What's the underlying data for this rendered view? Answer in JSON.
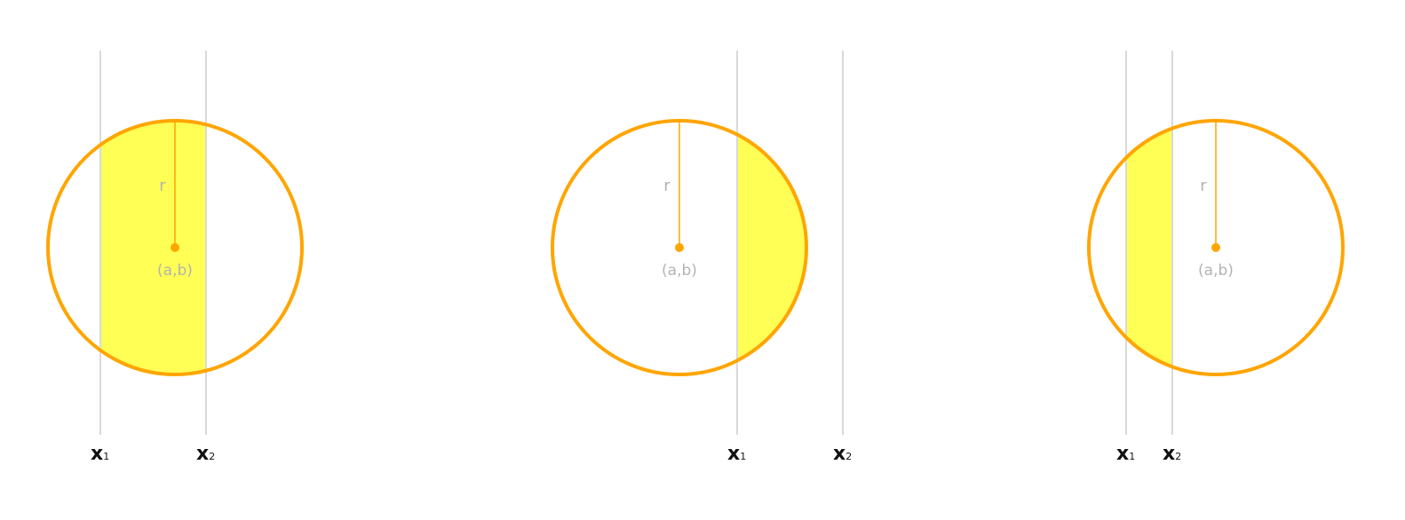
{
  "panels": [
    {
      "radius_label": "r",
      "center_label": "(a,b)",
      "x1_label": "x",
      "x1_subscript": "1",
      "x2_label": "x",
      "x2_subscript": "2"
    },
    {
      "radius_label": "r",
      "center_label": "(a,b)",
      "x1_label": "x",
      "x1_subscript": "1",
      "x2_label": "x",
      "x2_subscript": "2"
    },
    {
      "radius_label": "r",
      "center_label": "(a,b)",
      "x1_label": "x",
      "x1_subscript": "1",
      "x2_label": "x",
      "x2_subscript": "2"
    }
  ],
  "colors": {
    "circle": "#ffa500",
    "shaded_region": "#ffff55",
    "bound_lines": "#d9d9d9",
    "label_grey": "#b3b3b3",
    "label_dark": "#111111"
  }
}
